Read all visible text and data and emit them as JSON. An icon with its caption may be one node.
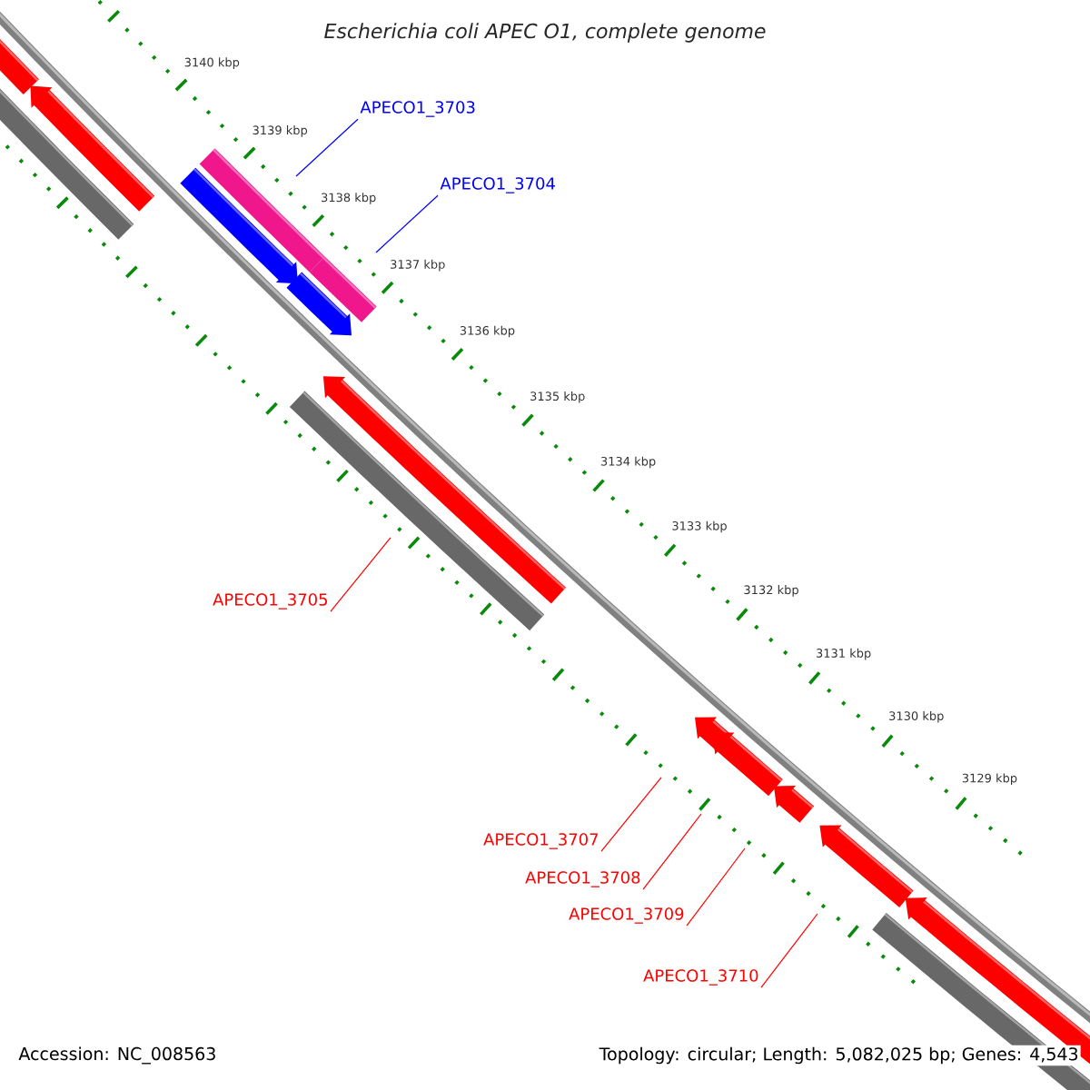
{
  "diagram": {
    "title": "Escherichia coli APEC O1, complete genome",
    "nodes": [
      {
        "text": [
          "APECO1_3703"
        ]
      },
      {
        "text": [
          "APECO1_3704"
        ]
      },
      {
        "text": [
          "APECO1_3705"
        ]
      },
      {
        "text": [
          "APECO1_3707"
        ]
      },
      {
        "text": [
          "APECO1_3708"
        ]
      },
      {
        "text": [
          "APECO1_3709"
        ]
      },
      {
        "text": [
          "APECO1_3710"
        ]
      }
    ],
    "edges": [
      {
        "from": 0,
        "to": null,
        "arrow": "none",
        "color": "#0000ff"
      },
      {
        "from": 1,
        "to": null,
        "arrow": "none",
        "color": "#0000ff"
      },
      {
        "from": 2,
        "to": null,
        "arrow": "none"
      },
      {
        "from": 3,
        "to": null,
        "arrow": "none"
      },
      {
        "from": 4,
        "to": null,
        "arrow": "none"
      },
      {
        "from": 5,
        "to": null,
        "arrow": "none"
      },
      {
        "from": 6,
        "to": null,
        "arrow": "none"
      }
    ],
    "labels": [
      "3140 kbp",
      "3139 kbp",
      "3138 kbp",
      "3137 kbp",
      "3136 kbp",
      "3135 kbp",
      "3134 kbp",
      "3133 kbp",
      "3132 kbp",
      "3131 kbp",
      "3130 kbp",
      "3129 kbp",
      "Accession: NC_008563",
      "Topology: circular; Length: 5,082,025 bp; Genes: 4,543"
    ]
  }
}
